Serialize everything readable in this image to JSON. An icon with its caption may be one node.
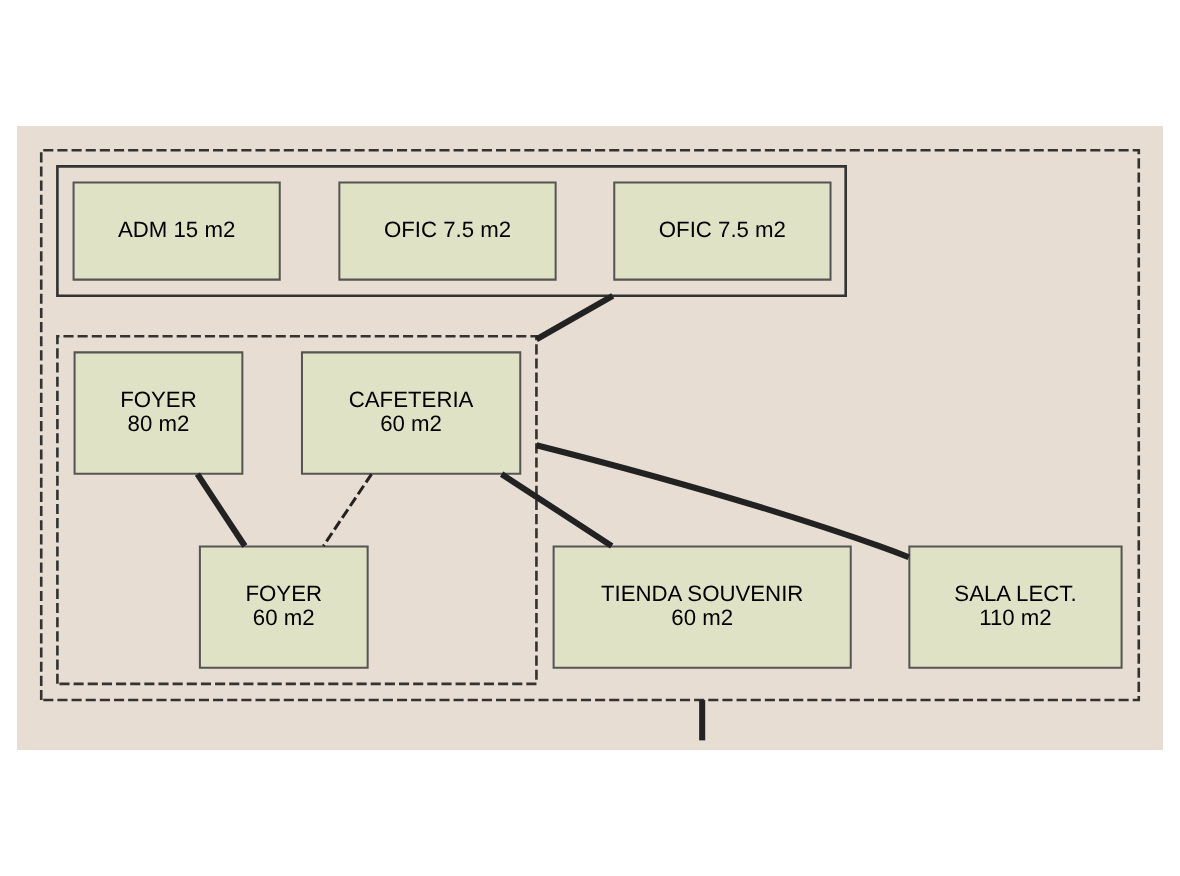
{
  "diagram": {
    "nodes": [
      {
        "text": [],
        "shape": "box"
      },
      {
        "text": [],
        "shape": "box",
        "in": 0
      },
      {
        "text": [
          "CAFETERIA",
          "60 m2"
        ],
        "in": 1
      },
      {
        "text": [
          "FOYER",
          "80 m2"
        ],
        "in": 1
      },
      {
        "text": [
          "FOYER",
          "60 m2"
        ],
        "in": 1
      },
      {
        "text": [
          "TIENDA SOUVENIR",
          "60 m2"
        ],
        "in": 0
      },
      {
        "text": [],
        "shape": "box",
        "in": 0
      },
      {
        "text": [
          "OFIC 7.5 m2"
        ],
        "in": 6
      },
      {
        "text": [
          "OFIC 7.5 m2"
        ],
        "in": 6
      },
      {
        "text": [
          "ADM 15 m2"
        ],
        "in": 6
      },
      {
        "text": [
          "SALA LECT.",
          "110 m2"
        ],
        "in": 0
      }
    ],
    "edges": [
      {
        "from": 3,
        "to": 4,
        "arrow": "none"
      },
      {
        "from": 2,
        "to": 4,
        "arrow": "none",
        "style": "dashed"
      },
      {
        "from": 2,
        "to": 5,
        "arrow": "none"
      },
      {
        "from": 6,
        "to": 1,
        "arrow": "none"
      },
      {
        "from": 10,
        "to": 1,
        "arrow": "none"
      },
      {
        "from": 0,
        "to": null,
        "arrow": "none"
      }
    ]
  }
}
